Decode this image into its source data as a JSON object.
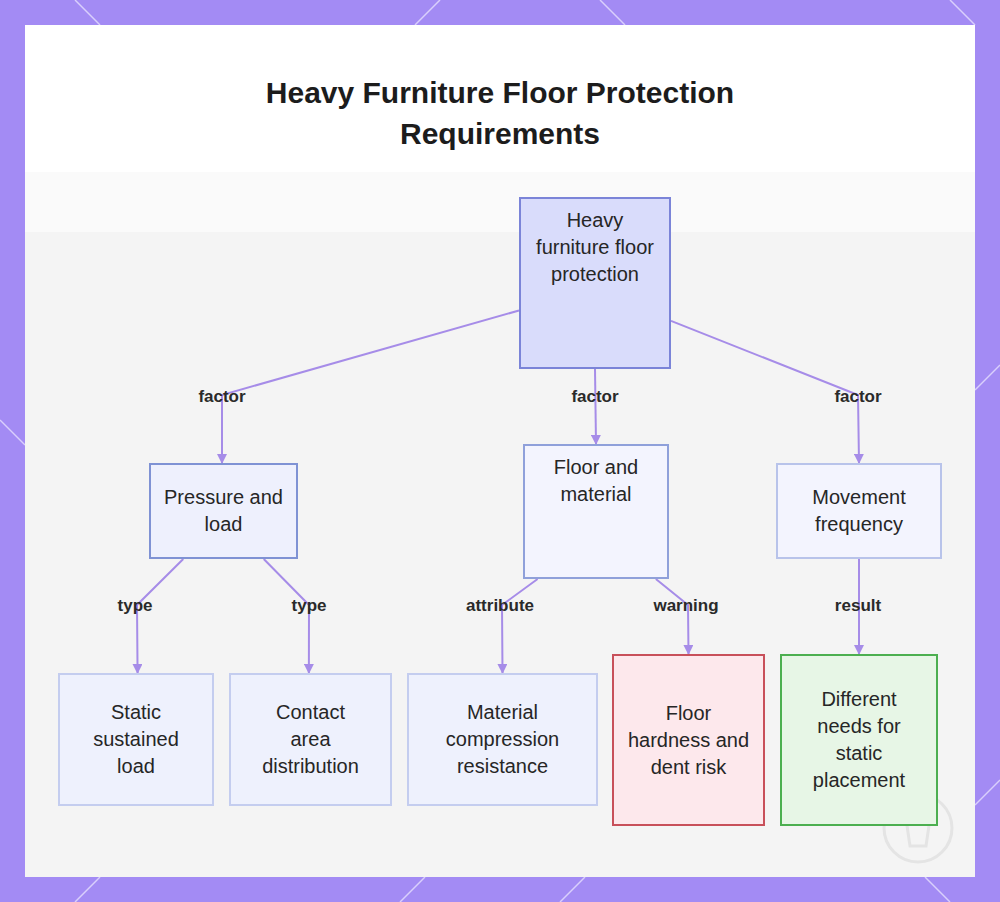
{
  "diagram": {
    "title": "Heavy Furniture Floor Protection Requirements",
    "nodes": [
      {
        "text": [
          "Heavy furniture floor protection"
        ]
      },
      {
        "text": [
          "Pressure and load"
        ]
      },
      {
        "text": [
          "Floor and material"
        ]
      },
      {
        "text": [
          "Movement frequency"
        ]
      },
      {
        "text": [
          "Static sustained load"
        ]
      },
      {
        "text": [
          "Contact area distribution"
        ]
      },
      {
        "text": [
          "Material compression resistance"
        ]
      },
      {
        "text": [
          "Floor hardness and dent risk"
        ]
      },
      {
        "text": [
          "Different needs for static placement"
        ]
      }
    ],
    "edges": [
      {
        "from": 0,
        "to": 1,
        "label": "factor",
        "arrow": "to"
      },
      {
        "from": 0,
        "to": 2,
        "label": "factor",
        "arrow": "to"
      },
      {
        "from": 0,
        "to": 3,
        "label": "factor",
        "arrow": "to"
      },
      {
        "from": 1,
        "to": 4,
        "label": "type",
        "arrow": "to"
      },
      {
        "from": 1,
        "to": 5,
        "label": "type",
        "arrow": "to"
      },
      {
        "from": 2,
        "to": 6,
        "label": "attribute",
        "arrow": "to"
      },
      {
        "from": 2,
        "to": 7,
        "label": "warning",
        "arrow": "to"
      },
      {
        "from": 3,
        "to": 8,
        "label": "result",
        "arrow": "to"
      }
    ]
  }
}
